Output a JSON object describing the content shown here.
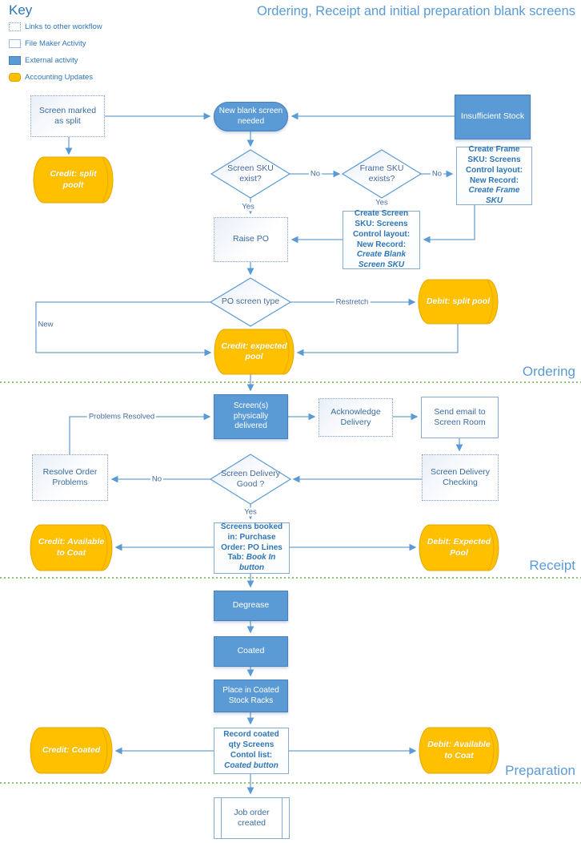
{
  "title": "Ordering, Receipt and initial preparation blank screens",
  "key": {
    "heading": "Key",
    "items": [
      {
        "label": "Links to other workflow",
        "type": "dotted"
      },
      {
        "label": "File Maker Activity",
        "type": "outline"
      },
      {
        "label": "External activity",
        "type": "blue"
      },
      {
        "label": "Accounting Updates",
        "type": "orange"
      }
    ]
  },
  "section_labels": {
    "ordering": "Ordering",
    "receipt": "Receipt",
    "preparation": "Preparation"
  },
  "nodes": {
    "screen_marked": "Screen marked as split",
    "new_blank": "New blank screen needed",
    "insufficient_stock": "Insufficient Stock",
    "credit_split": "Credit: split poolt",
    "screen_sku": "Screen SKU exist?",
    "frame_sku": "Frame SKU exists?",
    "create_frame": {
      "normal": "Create Frame SKU: Screens Control layout: New Record: ",
      "italic": "Create Frame SKU"
    },
    "raise_po": "Raise PO",
    "create_screen": {
      "normal": "Create Screen SKU: Screens Control layout: New Record: ",
      "italic": "Create Blank Screen SKU"
    },
    "po_type": "PO  screen type",
    "debit_split": "Debit: split pool",
    "credit_expected": "Credit: expected pool",
    "delivered": "Screen(s) physically delivered",
    "acknowledge": "Acknowledge Delivery",
    "send_email": "Send email to Screen Room",
    "screen_delivery_checking": "Screen Delivery Checking",
    "screen_delivery_good": "Screen Delivery Good ?",
    "resolve": "Resolve Order Problems",
    "booked": {
      "normal": "Screens booked in: Purchase Order: PO Lines Tab: ",
      "italic": "Book In button"
    },
    "credit_available": "Credit: Available to Coat",
    "debit_expected": "Debit: Expected Pool",
    "degrease": "Degrease",
    "coated": "Coated",
    "place_racks": "Place in Coated Stock Racks",
    "record_qty": {
      "normal": "Record coated qty Screens Contol list: ",
      "italic": "Coated button"
    },
    "credit_coated": "Credit: Coated",
    "debit_available": "Debit: Available to Coat",
    "job_order": "Job order created"
  },
  "edge_labels": {
    "no_screen_sku": "No",
    "yes_screen_sku": "Yes",
    "no_frame_sku": "No",
    "yes_frame_sku": "Yes",
    "restretch": "Restretch",
    "new": "New",
    "problems_resolved": "Problems Resolved",
    "no_delivery": "No",
    "yes_delivery": "Yes"
  },
  "colors": {
    "accent_blue": "#5B9BD5",
    "fill_orange": "#FFC000",
    "line_blue": "#6FA0CF",
    "text_blue": "#2E75B6",
    "divider_green": "#70AD47"
  }
}
